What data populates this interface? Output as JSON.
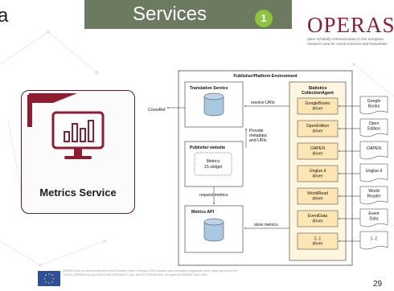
{
  "slide": {
    "edge_char": "a",
    "title": "Services",
    "badge": "1",
    "page_number": "29",
    "footer_note": "OPERAS has received funding from the European Union's Horizon 2020 research and innovation programme under grant agreement No 731031 (OPERAS-D) and No 871069 (OPERAS-P). ALL RIGHTS RESERVED. All rights by OPERAS 2019-2021"
  },
  "logo": {
    "name": "OPERAS",
    "tagline": "open scholarly communication in the european research area for social sciences and humanities"
  },
  "service": {
    "label": "Metrics Service",
    "icon": "monitor-bar-chart-icon"
  },
  "colors": {
    "title_bar": "#6c7a5f",
    "badge": "#8cc43e",
    "accent": "#8f1d32",
    "driver_fill": "#fde6b4",
    "agent_fill": "#fff6df",
    "storage_fill": "#a8c8e2"
  },
  "diagram": {
    "environment": "Publisher/Platform Environment",
    "translation_service": "Translation Service",
    "publisher_website": "Publisher website",
    "widget": [
      "Metrics",
      "JS widget"
    ],
    "metrics_api": "Metrics API",
    "agent": [
      "Statistics",
      "CollectionAgent"
    ],
    "crossref": "CrossRef",
    "resolve_uris": "resolve URIs",
    "provide_metadata": [
      "Provide",
      "metadata",
      "and URIs"
    ],
    "request_metrics": "request metrics",
    "store_metrics": "store metrics",
    "drivers": [
      {
        "label": [
          "GoogleBooks",
          "driver"
        ],
        "source": [
          "Google",
          "Books"
        ]
      },
      {
        "label": [
          "OpenEdition",
          "driver"
        ],
        "source": [
          "Open",
          "Edition"
        ]
      },
      {
        "label": [
          "OAPEN",
          "driver"
        ],
        "source": [
          "OAPEN"
        ]
      },
      {
        "label": [
          "Unglue.it",
          "driver"
        ],
        "source": [
          "Unglue.it"
        ]
      },
      {
        "label": [
          "WorldRead",
          "driver"
        ],
        "source": [
          "World",
          "Reader"
        ]
      },
      {
        "label": [
          "EventData",
          "driver"
        ],
        "source": [
          "Event",
          "Data"
        ]
      },
      {
        "label": [
          "[...]",
          "driver"
        ],
        "source": [
          "[...]"
        ]
      }
    ]
  }
}
